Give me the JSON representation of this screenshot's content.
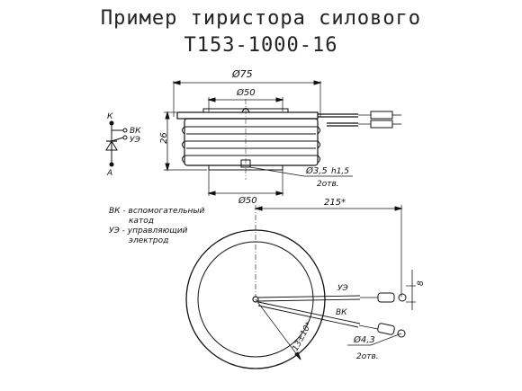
{
  "title": {
    "line1": "Пример тиристора силового",
    "line2": "T153-1000-16"
  },
  "drawing": {
    "dim_outer_diameter": "Ø75",
    "dim_top_contact": "Ø50",
    "dim_bottom_contact": "Ø50",
    "dim_height": "26",
    "dim_hole": "Ø3,5",
    "dim_hole_depth": "h1,5",
    "hole_count": "2отв.",
    "dim_lead_length": "215*",
    "dim_terminal_width": "8",
    "dim_radius": "13±10*",
    "dim_terminal_hole": "Ø4,3",
    "terminal_hole_count": "2отв.",
    "lead_label_ue": "УЭ",
    "lead_label_vk": "ВК"
  },
  "symbol": {
    "k": "К",
    "vk": "ВК",
    "ue": "УЭ",
    "a": "А"
  },
  "legend": {
    "vk_line1": "ВК - вспомогательный",
    "vk_line2": "катод",
    "ue_line1": "УЭ - управляющий",
    "ue_line2": "электрод"
  }
}
